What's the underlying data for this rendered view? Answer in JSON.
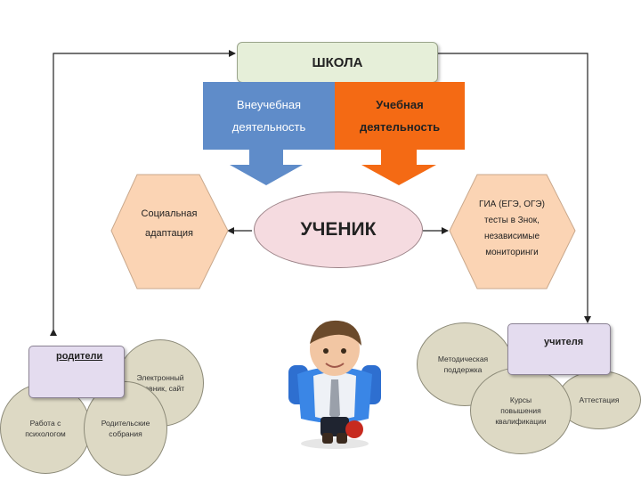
{
  "school": {
    "title": "ШКОЛА"
  },
  "activities": {
    "extracurricular": {
      "line1": "Внеучебная",
      "line2": "деятельность"
    },
    "academic": {
      "line1": "Учебная",
      "line2": "деятельность"
    }
  },
  "student": {
    "title": "УЧЕНИК"
  },
  "social_adaptation": {
    "line1": "Социальная",
    "line2": "адаптация"
  },
  "exams": {
    "line1": "ГИА (ЕГЭ, ОГЭ)",
    "line2": "тесты в Знок,",
    "line3": "независимые",
    "line4": "мониторинги"
  },
  "parents": {
    "title": "родители",
    "items": [
      {
        "line1": "Электронный",
        "line2": "дневник, сайт"
      },
      {
        "line1": "Работа с",
        "line2": "психологом"
      },
      {
        "line1": "Родительские",
        "line2": "собрания"
      }
    ]
  },
  "teachers": {
    "title": "учителя",
    "items": [
      {
        "line1": "Методическая",
        "line2": "поддержка"
      },
      {
        "line1": "Курсы",
        "line2": "повышения",
        "line3": "квалификации"
      },
      {
        "line1": "Аттестация"
      }
    ]
  },
  "colors": {
    "school_fill": "#e6efd9",
    "extracurricular_fill": "#5f8cc9",
    "academic_fill": "#f46a14",
    "student_fill": "#f5dbe0",
    "hexagon_fill": "#fbd4b4",
    "label_fill": "#e4dcef",
    "circle_fill": "#ddd9c4"
  }
}
